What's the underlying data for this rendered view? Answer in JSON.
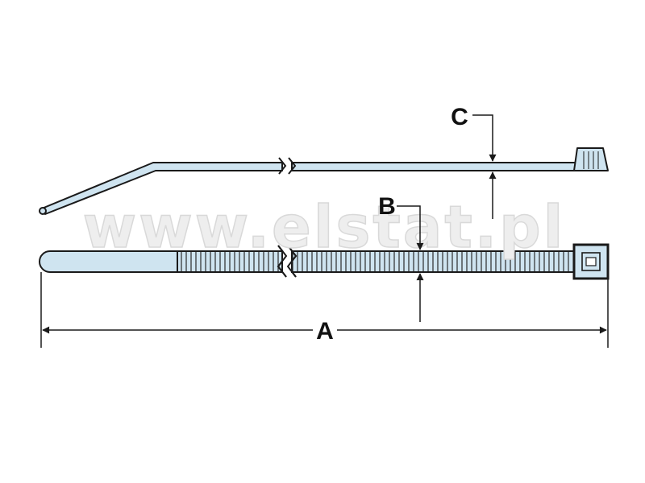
{
  "labels": {
    "length": "A",
    "width": "B",
    "thickness": "C"
  },
  "watermark": "www.elstat.pl",
  "colors": {
    "tie_fill": "#cfe4f0",
    "outline": "#1a1a1a",
    "background": "#ffffff",
    "watermark": "#e6e6e6"
  }
}
